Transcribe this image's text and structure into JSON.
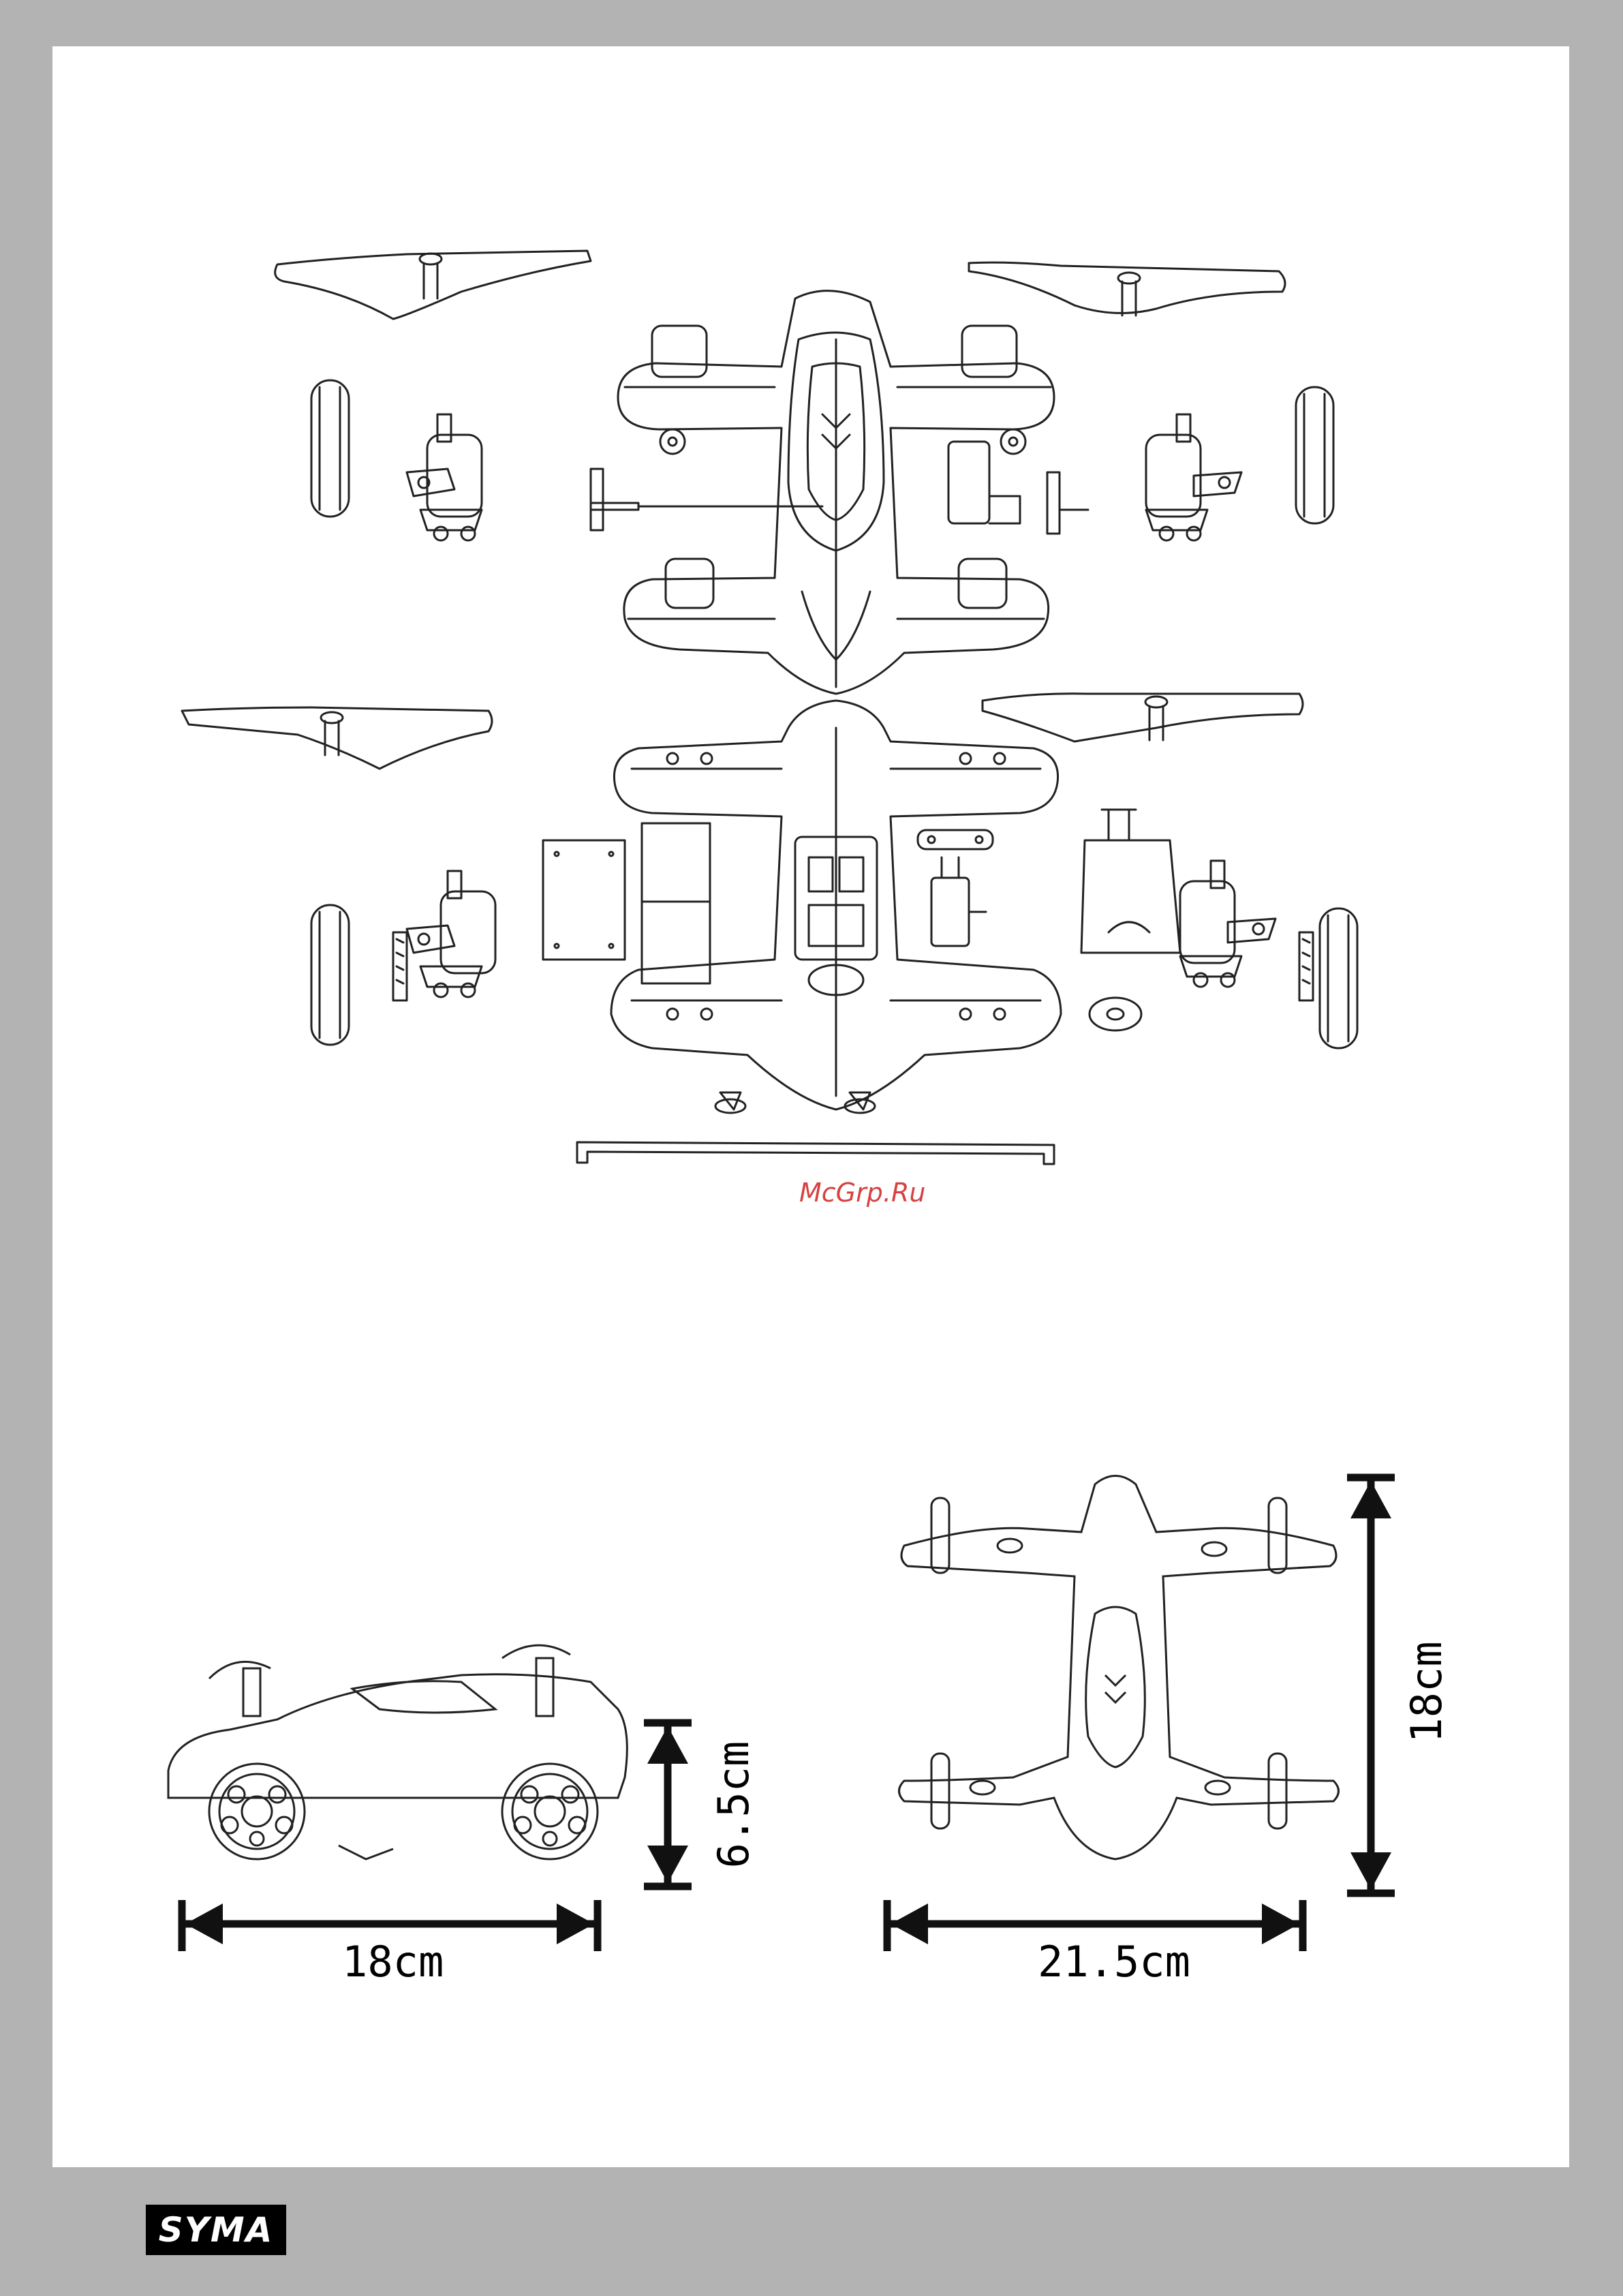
{
  "watermark": "McGrp.Ru",
  "dimensions": {
    "side_length": "18cm",
    "side_height": "6.5cm",
    "top_width": "21.5cm",
    "top_length": "18cm"
  },
  "brand": "SYMA",
  "colors": {
    "page_margin": "#b3b3b3",
    "sheet": "#ffffff",
    "ink": "#000000",
    "watermark": "#d12020"
  }
}
